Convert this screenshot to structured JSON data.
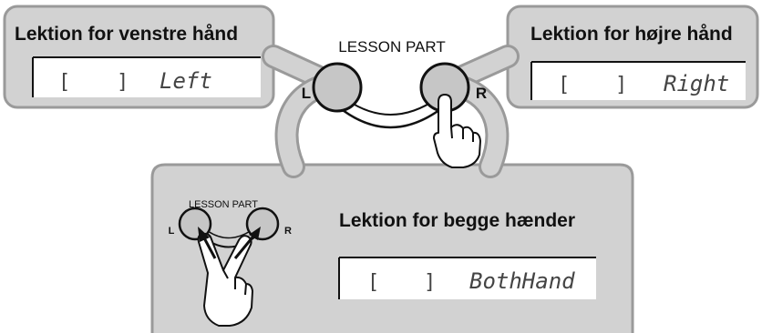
{
  "left_callout": {
    "title": "Lektion for venstre hånd",
    "bracket_open": "[",
    "bracket_close": "]",
    "display": "Left"
  },
  "right_callout": {
    "title": "Lektion for højre hånd",
    "bracket_open": "[",
    "bracket_close": "]",
    "display": "Right"
  },
  "panel": {
    "heading": "LESSON PART",
    "left_key": "L",
    "right_key": "R"
  },
  "bottom_callout": {
    "title": "Lektion for begge hænder",
    "bracket_open": "[",
    "bracket_close": "]",
    "display": "BothHand",
    "mini_heading": "LESSON PART",
    "mini_left_key": "L",
    "mini_right_key": "R"
  },
  "colors": {
    "callout_fill": "#d2d2d2",
    "callout_border": "#9a9a9a",
    "button_fill": "#c6c6c6",
    "ink": "#111111"
  }
}
